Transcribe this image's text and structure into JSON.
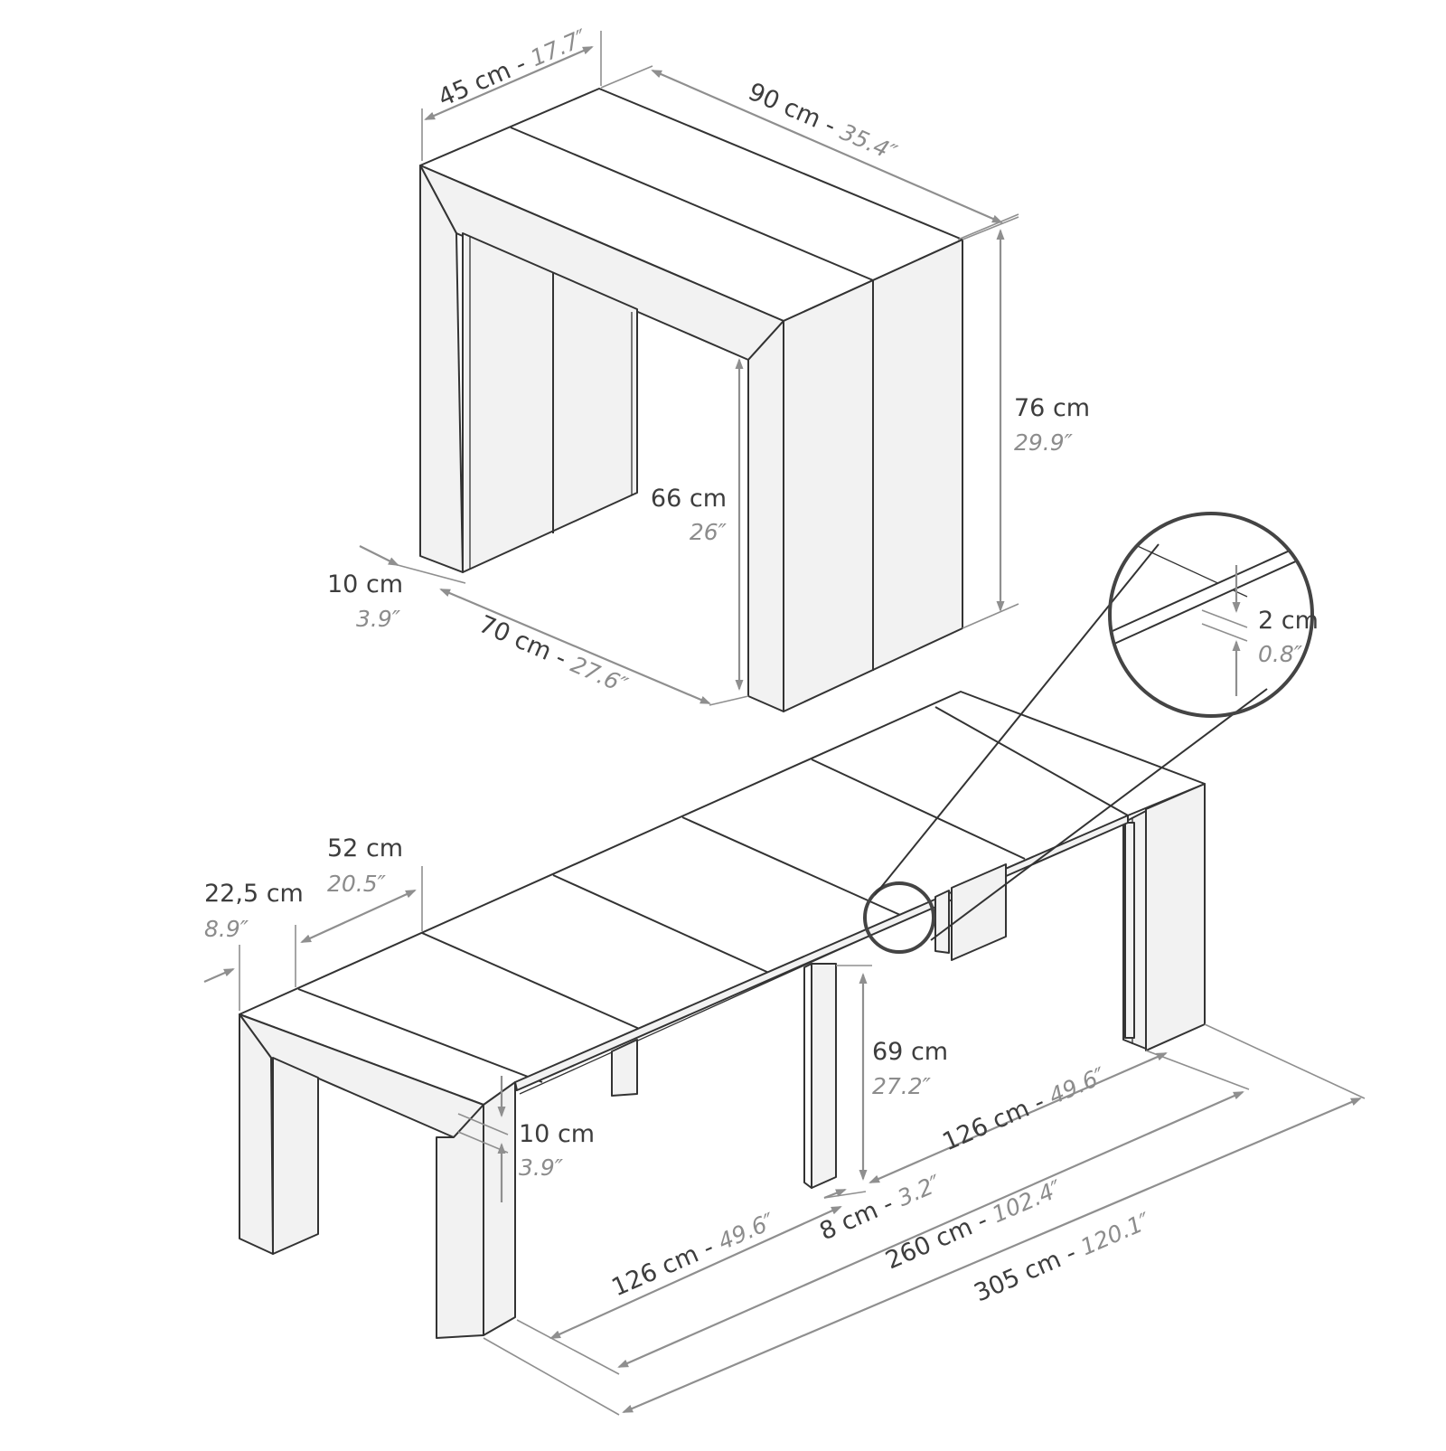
{
  "colors": {
    "stroke": "#333333",
    "top_face": "#ffffff",
    "side_face": "#f2f2f2",
    "dim_line": "#8f8f8f",
    "metric_text": "#3d3d3d",
    "imperial_text": "#8c8c8c"
  },
  "dimensions": {
    "console_depth": {
      "cm": "45 cm",
      "sep": " - ",
      "in": "17.7″"
    },
    "console_width": {
      "cm": "90 cm",
      "sep": " - ",
      "in": "35.4″"
    },
    "console_height": {
      "cm": "76 cm",
      "in": "29.9″"
    },
    "console_clearance": {
      "cm": "66 cm",
      "in": "26″"
    },
    "console_leg": {
      "cm": "10 cm",
      "in": "3.9″"
    },
    "console_inner": {
      "cm": "70 cm",
      "sep": " - ",
      "in": "27.6″"
    },
    "top_thickness": {
      "cm": "2 cm",
      "in": "0.8″"
    },
    "end_depth": {
      "cm": "22,5 cm",
      "in": "8.9″"
    },
    "leaf_depth": {
      "cm": "52 cm",
      "in": "20.5″"
    },
    "table_clearance": {
      "cm": "69 cm",
      "in": "27.2″"
    },
    "table_apron": {
      "cm": "10 cm",
      "in": "3.9″"
    },
    "span_right": {
      "cm": "126 cm",
      "sep": " - ",
      "in": "49.6″"
    },
    "leg_gap": {
      "cm": "8 cm",
      "sep": " - ",
      "in": "3.2″"
    },
    "span_left": {
      "cm": "126 cm",
      "sep": " - ",
      "in": "49.6″"
    },
    "total_260": {
      "cm": "260 cm",
      "sep": " - ",
      "in": "102.4″"
    },
    "total_305": {
      "cm": "305 cm",
      "sep": " - ",
      "in": "120.1″"
    }
  }
}
